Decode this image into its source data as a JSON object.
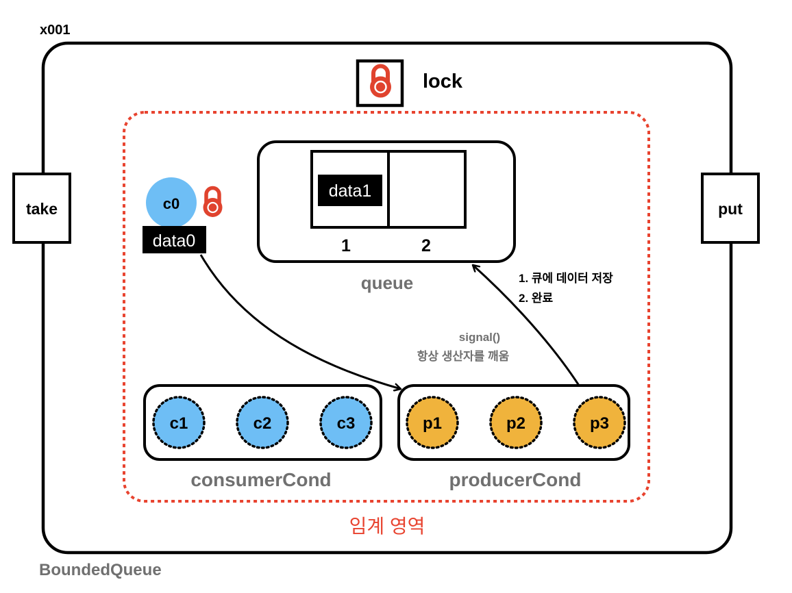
{
  "object_id": "x001",
  "class_name": "BoundedQueue",
  "lock": {
    "label": "lock",
    "icon": "padlock-icon"
  },
  "methods": {
    "take": "take",
    "put": "put"
  },
  "critical_section": {
    "label": "임계 영역",
    "color": "#e8432f"
  },
  "queue": {
    "label": "queue",
    "slots": [
      {
        "index": "1",
        "value": "data1"
      },
      {
        "index": "2",
        "value": ""
      }
    ]
  },
  "active_thread": {
    "name": "c0",
    "holds_lock": true,
    "data": "data0"
  },
  "consumer_cond": {
    "label": "consumerCond",
    "threads": [
      "c1",
      "c2",
      "c3"
    ]
  },
  "producer_cond": {
    "label": "producerCond",
    "threads": [
      "p1",
      "p2",
      "p3"
    ]
  },
  "annotations": {
    "signal_line1": "signal()",
    "signal_line2": "항상 생산자를 깨움",
    "step1": "1. 큐에 데이터 저장",
    "step2": "2. 완료"
  },
  "colors": {
    "consumer": "#6ebef5",
    "producer": "#f0b33c",
    "lock": "#e0432e",
    "label_gray": "#707070",
    "critical": "#e8432f"
  }
}
